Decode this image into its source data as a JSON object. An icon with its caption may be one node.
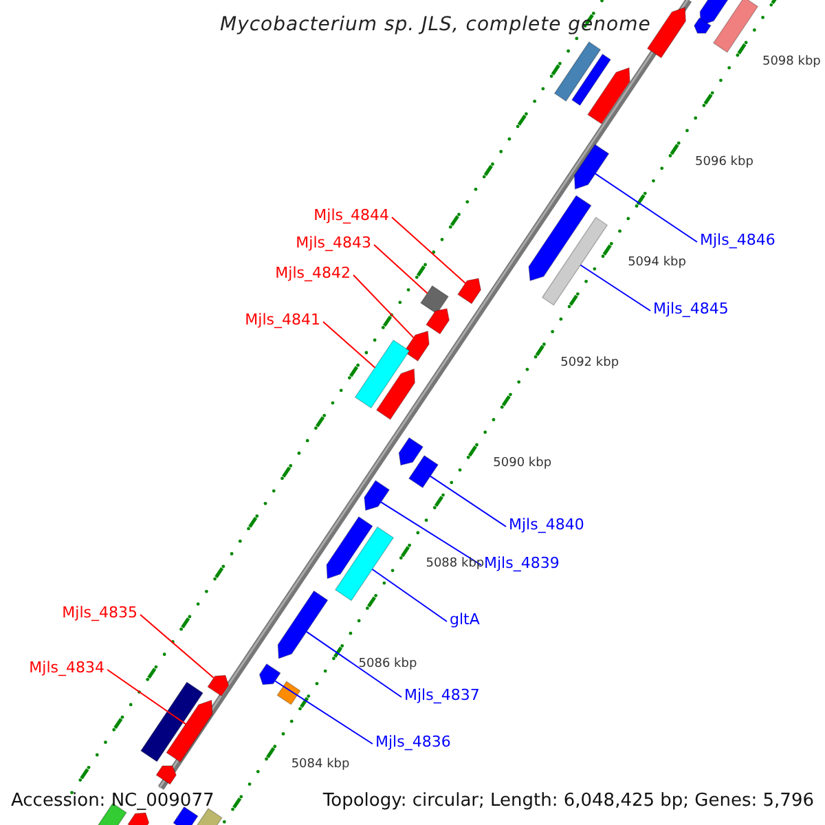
{
  "diagram": {
    "title": "Mycobacterium sp. JLS, complete genome",
    "nodes": [
      {
        "text": [
          "Mjls_4844"
        ]
      },
      {
        "text": [
          "Mjls_4846"
        ]
      },
      {
        "text": [
          "Mjls_4843"
        ]
      },
      {
        "text": [
          "Mjls_4842"
        ]
      },
      {
        "text": [
          "Mjls_4845"
        ]
      },
      {
        "text": [
          "Mjls_4841"
        ]
      },
      {
        "text": [
          "Mjls_4840"
        ]
      },
      {
        "text": [
          "Mjls_4839"
        ]
      },
      {
        "text": [
          "Mjls_4835"
        ]
      },
      {
        "text": [
          "gltA"
        ]
      },
      {
        "text": [
          "Mjls_4834"
        ]
      },
      {
        "text": [
          "Mjls_4837"
        ]
      },
      {
        "text": [
          "Mjls_4836"
        ]
      },
      {
        "text": [],
        "shape": "bar"
      },
      {
        "text": [],
        "shape": "bar"
      },
      {
        "text": [],
        "shape": "bar"
      },
      {
        "text": [],
        "shape": "bar"
      },
      {
        "text": [],
        "shape": "bar"
      },
      {
        "text": [],
        "shape": "bar"
      },
      {
        "text": [],
        "shape": "bar"
      },
      {
        "text": [],
        "shape": "bar"
      },
      {
        "text": [],
        "shape": "bar"
      },
      {
        "text": [],
        "shape": "bar"
      },
      {
        "text": [],
        "shape": "bar"
      },
      {
        "text": [],
        "shape": "bar"
      },
      {
        "text": [],
        "shape": "bar"
      },
      {
        "text": [],
        "shape": "bar"
      },
      {
        "text": [],
        "shape": "bar"
      },
      {
        "text": [],
        "shape": "bar"
      },
      {
        "text": [],
        "shape": "bar"
      },
      {
        "text": [],
        "shape": "bar"
      },
      {
        "text": [],
        "shape": "bar"
      },
      {
        "text": [],
        "shape": "bar"
      },
      {
        "text": [],
        "shape": "bar"
      },
      {
        "text": [],
        "shape": "bar"
      },
      {
        "text": [],
        "shape": "bar"
      },
      {
        "text": [],
        "shape": "bar"
      },
      {
        "text": [],
        "shape": "bar"
      },
      {
        "text": [],
        "shape": "bar"
      },
      {
        "text": [],
        "shape": "bar"
      },
      {
        "text": [],
        "shape": "bar"
      },
      {
        "text": [],
        "shape": "bar"
      },
      {
        "text": [],
        "shape": "bar"
      },
      {
        "text": [],
        "shape": "bar"
      },
      {
        "text": [],
        "shape": "bar"
      }
    ],
    "edges": [
      {
        "from": 0,
        "to": 23,
        "arrow": "none",
        "color": "#ff0000"
      },
      {
        "from": 1,
        "to": 20,
        "arrow": "none"
      },
      {
        "from": 2,
        "to": 24,
        "arrow": "none",
        "color": "#ff0000"
      },
      {
        "from": 3,
        "to": 26,
        "arrow": "none",
        "color": "#ff0000"
      },
      {
        "from": 4,
        "to": 22,
        "arrow": "none"
      },
      {
        "from": 5,
        "to": 27,
        "arrow": "none",
        "color": "#ff0000"
      },
      {
        "from": 6,
        "to": 30,
        "arrow": "none"
      },
      {
        "from": 7,
        "to": 31,
        "arrow": "none"
      },
      {
        "from": 8,
        "to": 36,
        "arrow": "none",
        "color": "#ff0000"
      },
      {
        "from": 9,
        "to": 33,
        "arrow": "none"
      },
      {
        "from": 10,
        "to": 39,
        "arrow": "none",
        "color": "#ff0000"
      },
      {
        "from": 11,
        "to": 34,
        "arrow": "none"
      },
      {
        "from": 12,
        "to": 35,
        "arrow": "none"
      }
    ],
    "labels": [
      "5098 kbp",
      "5096 kbp",
      "5094 kbp",
      "5092 kbp",
      "5090 kbp",
      "5088 kbp",
      "5086 kbp",
      "5084 kbp",
      "Accession: NC_009077",
      "Topology: circular; Length: 6,048,425 bp; Genes: 5,796"
    ]
  }
}
